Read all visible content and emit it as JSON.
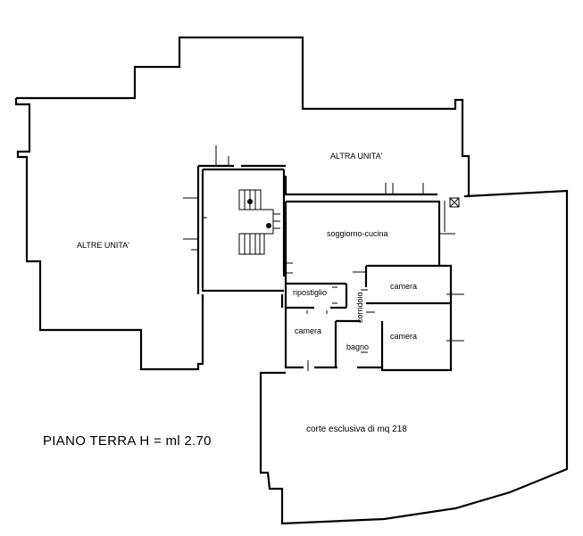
{
  "labels": {
    "altra_unita": "ALTRA UNITA'",
    "altre_unita": "ALTRE UNITA'",
    "soggiorno_cucina": "soggiorno-cucina",
    "ripostiglio": "ripostiglio",
    "corridoio": "corridoio",
    "camera_top": "camera",
    "camera_left": "camera",
    "camera_right": "camera",
    "bagno": "bagno",
    "corte": "corte  esclusiva  di  mq 218",
    "piano_terra": "PIANO TERRA   H = ml  2.70"
  },
  "colors": {
    "ink": "#000000",
    "background": "#ffffff"
  }
}
